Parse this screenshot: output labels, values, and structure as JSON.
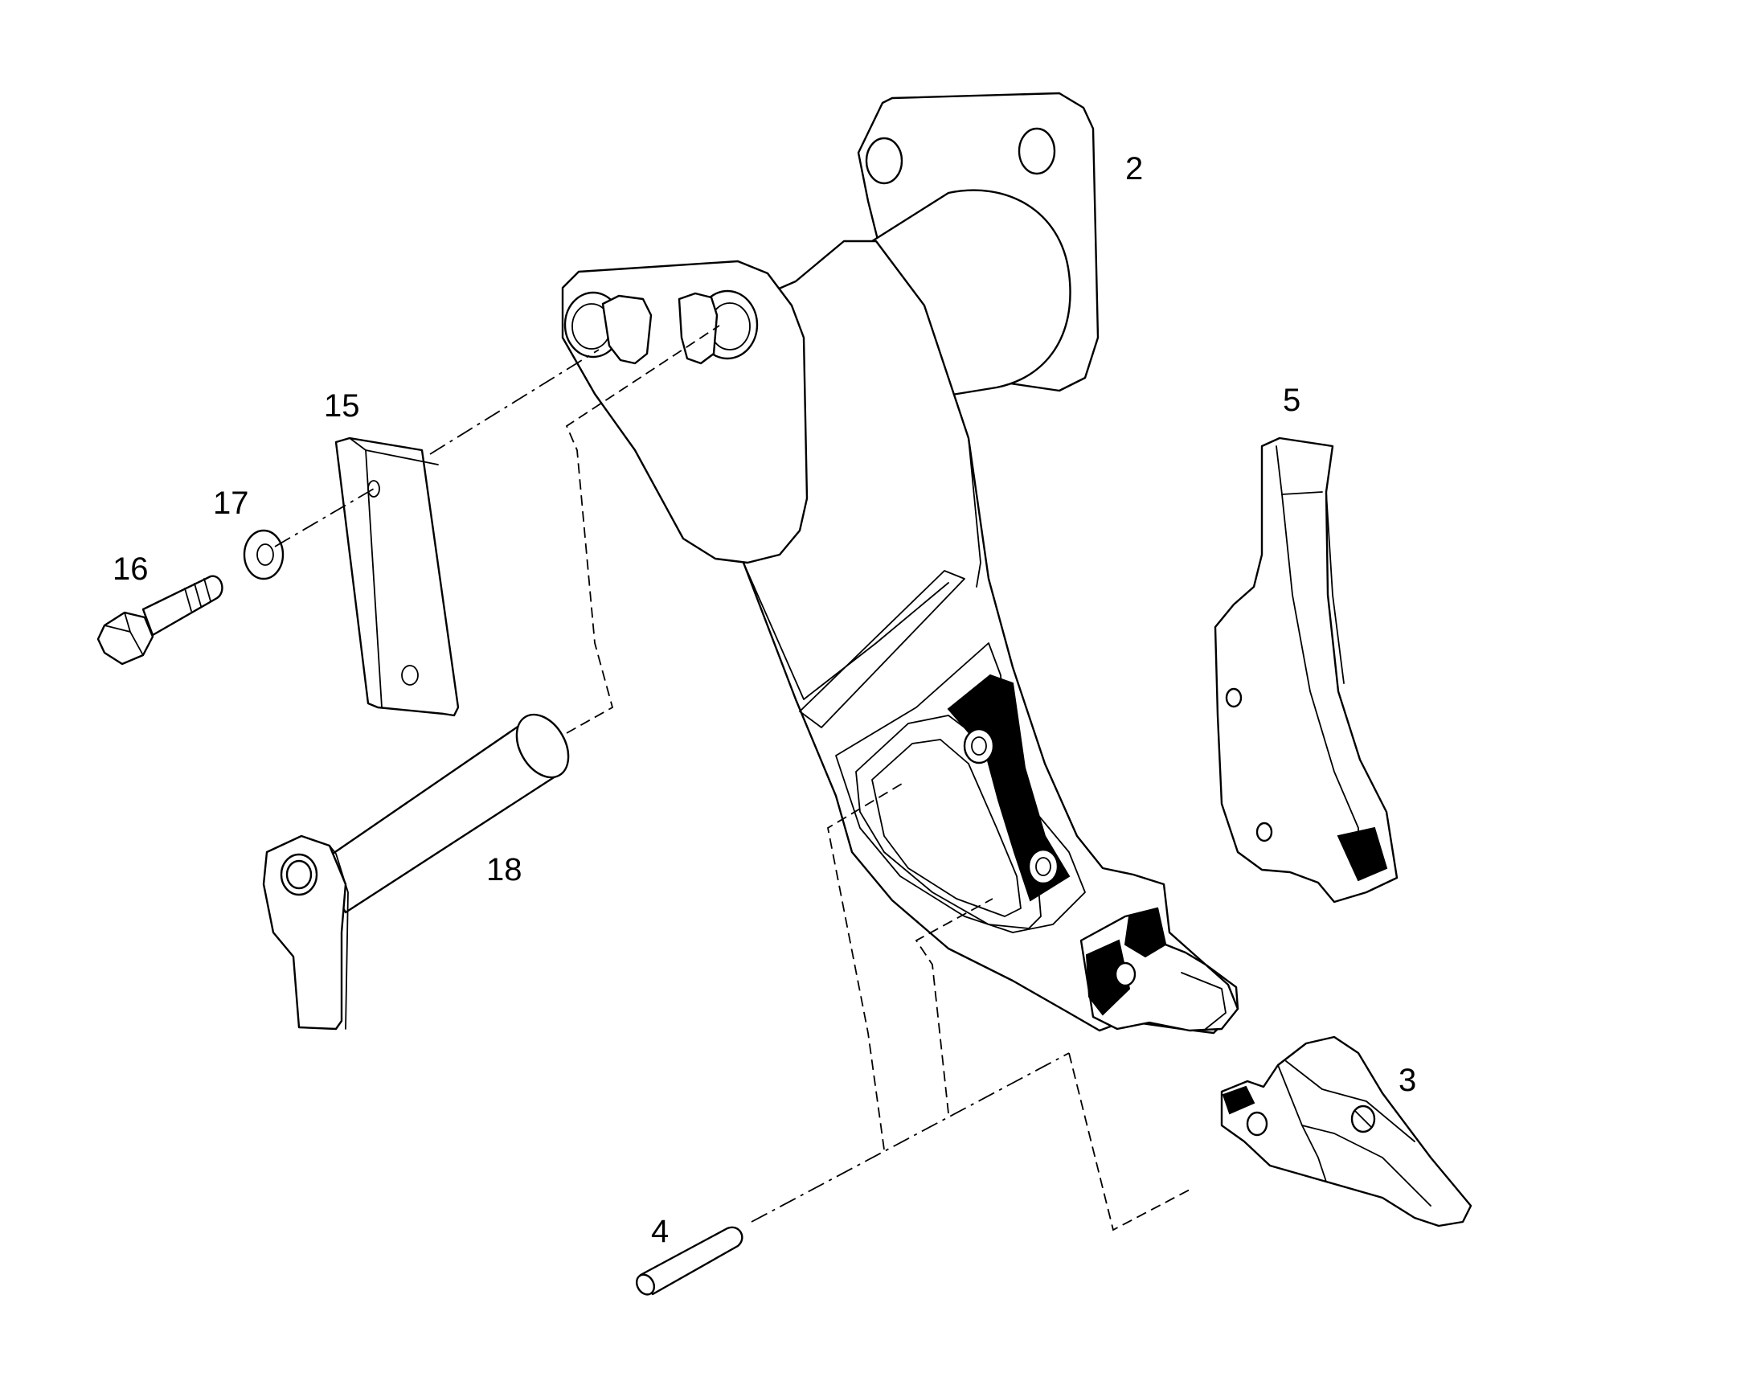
{
  "callouts": {
    "c2": "2",
    "c3": "3",
    "c4": "4",
    "c5": "5",
    "c15": "15",
    "c16": "16",
    "c17": "17",
    "c18": "18"
  },
  "colors": {
    "line": "#000000",
    "background": "#ffffff"
  }
}
